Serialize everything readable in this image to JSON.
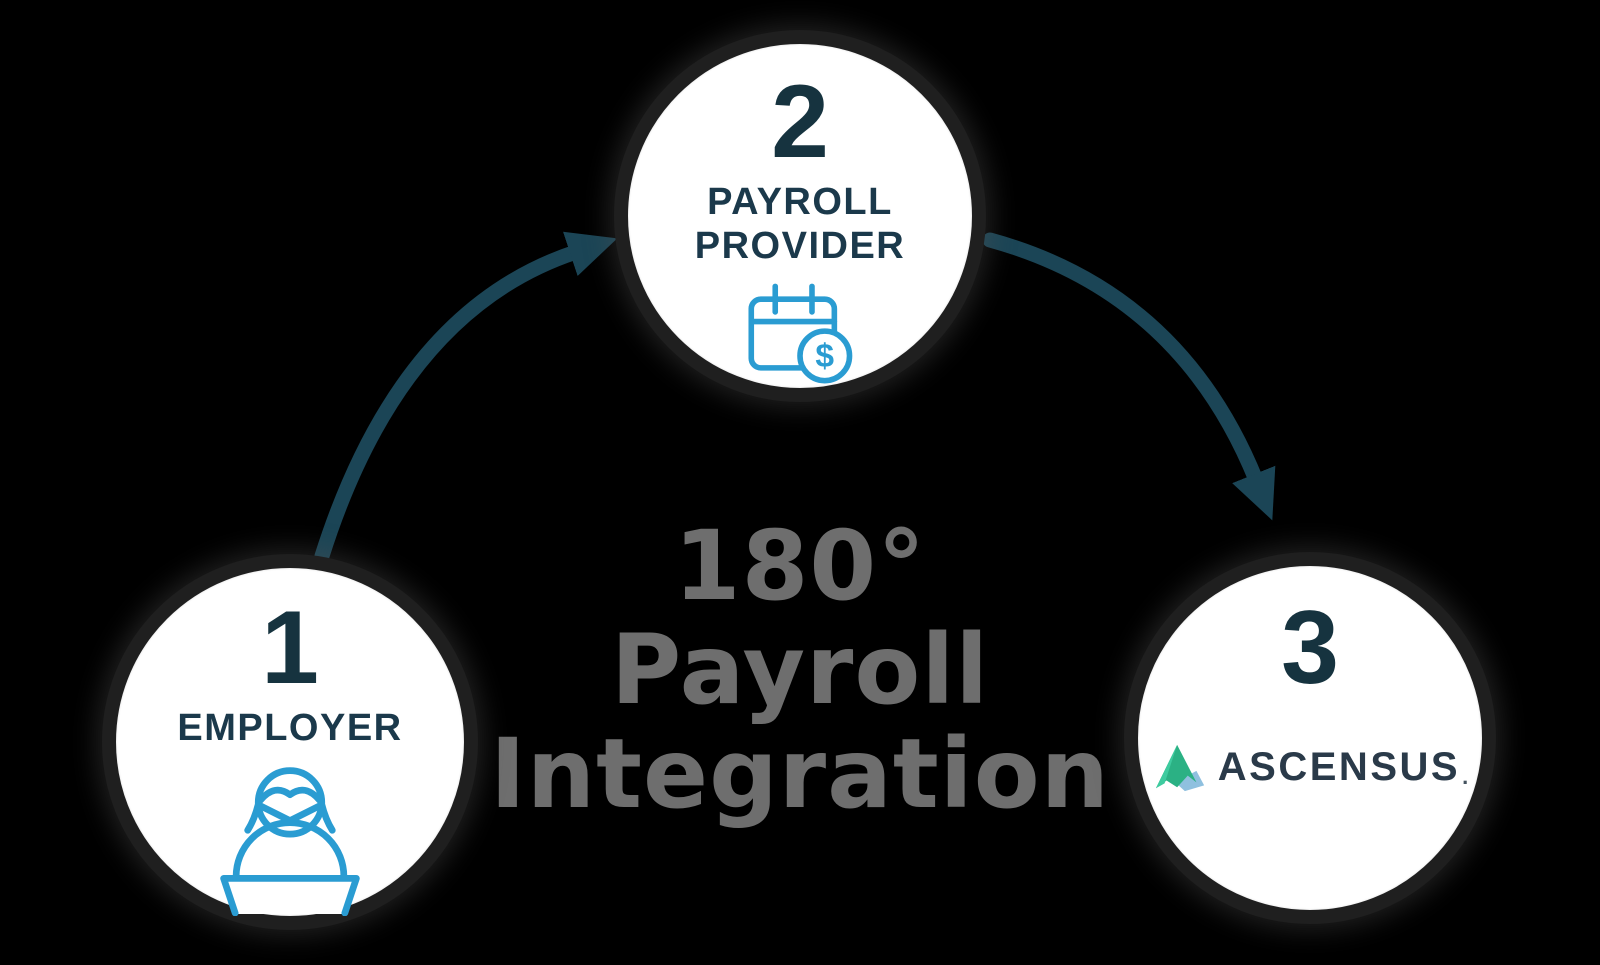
{
  "diagram": {
    "title_watermark": {
      "line1": "180°",
      "line2": "Payroll",
      "line3": "Integration"
    },
    "colors": {
      "background": "#000000",
      "circle_fill": "#ffffff",
      "number_navy": "#16333F",
      "label_navy": "#1B394B",
      "icon_blue": "#2A9CD2",
      "arrow_teal": "#1B4556",
      "watermark_gray": "#6E6E6E",
      "ascensus_green": "#2BB184",
      "ascensus_blue": "#8FC0DF",
      "ascensus_text": "#2A3A49"
    },
    "nodes": {
      "employer": {
        "number": "1",
        "label": "EMPLOYER",
        "icon": "employer-person-at-desk-icon"
      },
      "payroll_provider": {
        "number": "2",
        "label_line1": "PAYROLL",
        "label_line2": "PROVIDER",
        "icon": "calendar-dollar-icon"
      },
      "ascensus": {
        "number": "3",
        "brand": "ASCENSUS",
        "brand_mark": ".",
        "icon": "ascensus-mountain-logo"
      }
    },
    "icons": {
      "dollar_glyph": "$"
    },
    "arrows": [
      {
        "name": "arrow-employer-to-payroll-provider",
        "from": "1",
        "to": "2"
      },
      {
        "name": "arrow-payroll-provider-to-ascensus",
        "from": "2",
        "to": "3"
      }
    ]
  }
}
